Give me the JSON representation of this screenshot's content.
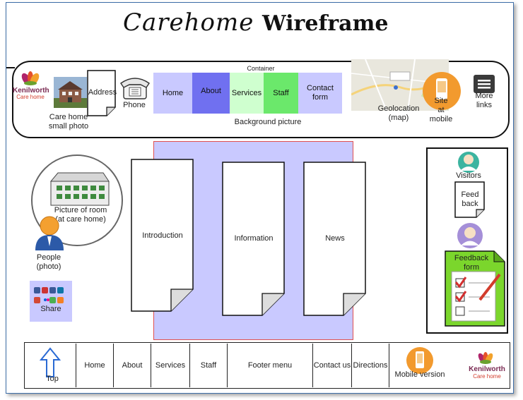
{
  "title": {
    "script": "Carehome",
    "bold": "Wireframe"
  },
  "header": {
    "container_label": "Container",
    "logo": {
      "name": "Kenilworth",
      "sub": "Care home"
    },
    "carehome_photo_label": "Care home\nsmall photo",
    "address_label": "Address",
    "phone_label": "Phone",
    "nav": [
      {
        "label": "Home",
        "color": "#c9c9ff"
      },
      {
        "label": "About",
        "color": "#7070f0"
      },
      {
        "label": "Services",
        "color": "#cfffcf"
      },
      {
        "label": "Staff",
        "color": "#6be86b"
      },
      {
        "label": "Contact\nform",
        "color": "#c9c9ff"
      }
    ],
    "background_label": "Background picture",
    "geolocation_label": "Geolocation\n(map)",
    "mobile_site_label": "Site\nat\nmobile",
    "more_links_label": "More\nlinks"
  },
  "left": {
    "room_label": "Picture of room\n(at care home)",
    "people_label": "People\n(photo)",
    "share_label": "Share"
  },
  "center": {
    "introduction": "Introduction",
    "information": "Information",
    "news": "News"
  },
  "right": {
    "visitors_label": "Visitors",
    "feedback_label": "Feed\nback",
    "feedback_form_label": "Feedback\nform"
  },
  "footer": {
    "top_label": "Top",
    "items": [
      "Home",
      "About",
      "Services",
      "Staff",
      "Footer menu",
      "Contact us",
      "Directions"
    ],
    "mobile_label": "Mobile version",
    "logo": {
      "name": "Kenilworth",
      "sub": "Care home"
    }
  },
  "colors": {
    "accent_blue": "#c9c9ff",
    "orange": "#f29a2e",
    "green": "#7bd62c",
    "frame_border": "#3d6ea8"
  }
}
